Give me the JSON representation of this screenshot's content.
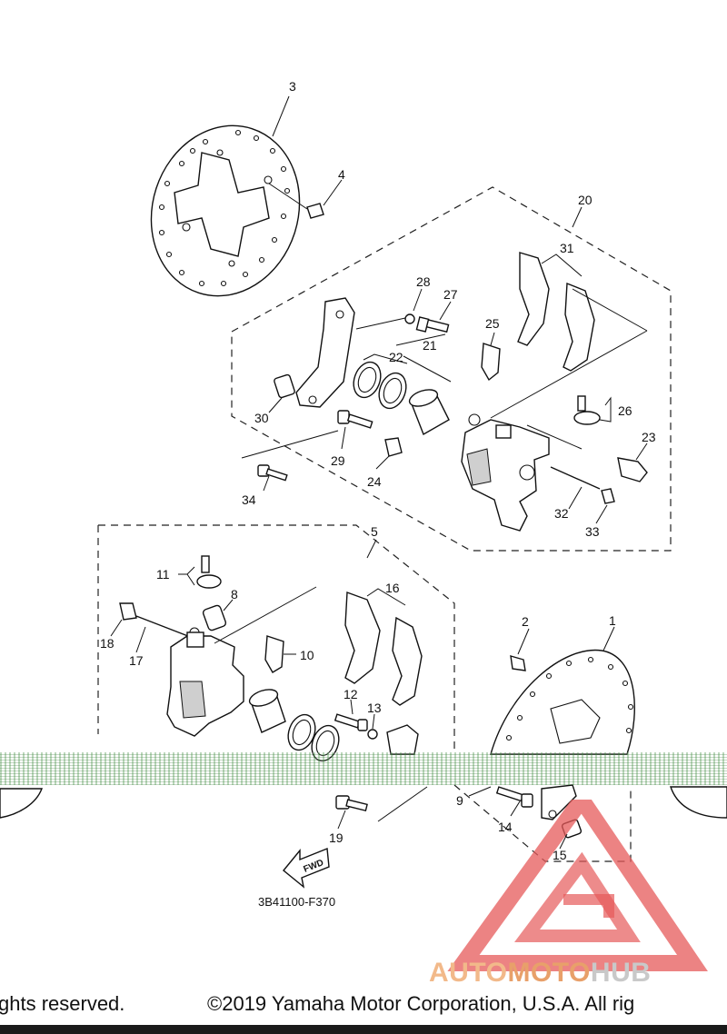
{
  "diagram_code": "3B41100-F370",
  "fwd_label": "FWD",
  "copyright": {
    "left": "ghts reserved.",
    "right": "©2019 Yamaha Motor Corporation, U.S.A. All rig"
  },
  "watermark": {
    "part1": "AUTO",
    "part2": "MOTO",
    "part3": "HUB"
  },
  "callouts": {
    "c1": "1",
    "c2": "2",
    "c3": "3",
    "c4": "4",
    "c5": "5",
    "c8": "8",
    "c9": "9",
    "c10": "10",
    "c11": "11",
    "c12": "12",
    "c13": "13",
    "c14": "14",
    "c15": "15",
    "c16": "16",
    "c17": "17",
    "c18": "18",
    "c19": "19",
    "c20": "20",
    "c21": "21",
    "c22": "22",
    "c23": "23",
    "c24": "24",
    "c25": "25",
    "c26": "26",
    "c27": "27",
    "c28": "28",
    "c29": "29",
    "c30": "30",
    "c31": "31",
    "c32": "32",
    "c33": "33",
    "c34": "34"
  },
  "colors": {
    "line": "#111111",
    "watermark_red": "#e65a5a",
    "noise_green": "#3c8c3c"
  }
}
